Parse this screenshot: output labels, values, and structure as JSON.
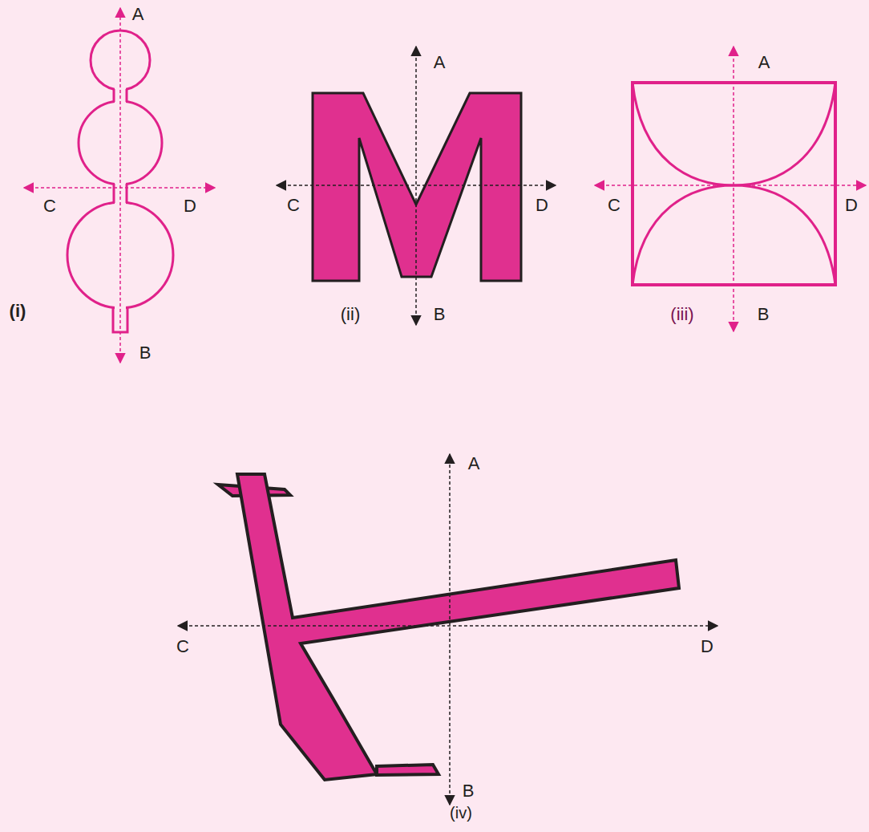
{
  "diagram": {
    "labels": [
      "A",
      "C",
      "D",
      "B",
      "(i)",
      "A",
      "C",
      "D",
      "(ii)",
      "B",
      "A",
      "C",
      "D",
      "(iii)",
      "B",
      "A",
      "C",
      "D",
      "B",
      "(iv)"
    ]
  }
}
